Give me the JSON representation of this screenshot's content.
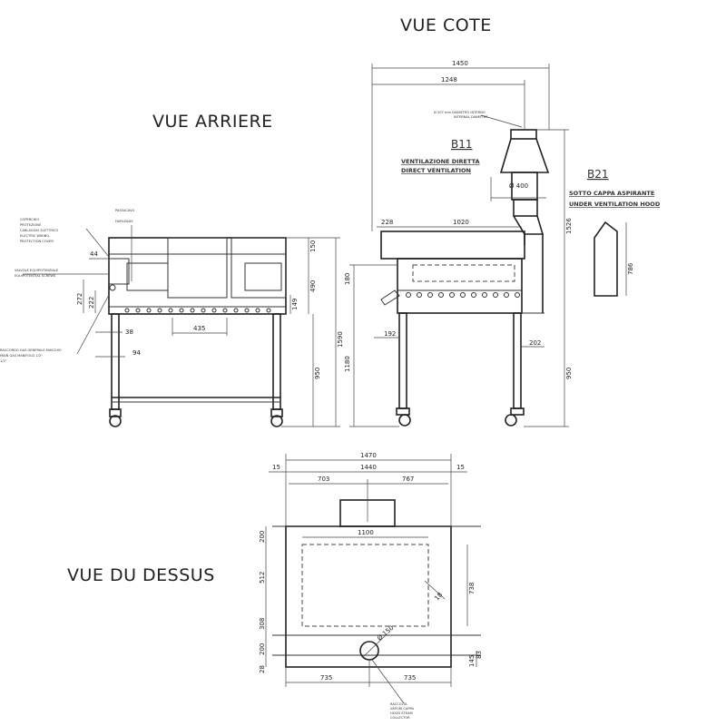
{
  "titles": {
    "side": "VUE COTE",
    "rear": "VUE ARRIERE",
    "top": "VUE DU DESSUS"
  },
  "rear": {
    "notes": {
      "cover_it1": "COPERCHIO",
      "cover_it2": "PROTEZIONE",
      "cover_it3": "CABLAGGIO ELETTRICO",
      "cover_en1": "ELECTRIC WIRING",
      "cover_en2": "PROTECTION COVER",
      "fairlead_it": "PASSACAVO",
      "fairlead_en": "FAIRLEADS",
      "equip_it": "VALVOLE EQUIPOTENZIALE",
      "equip_en": "EQUIPOTENTIAL SCREWS",
      "gas_it": "RACCORDO GAS GENERALE MASCHIO",
      "gas_en": "MAIN GAS MANIFOLD 1/2\"",
      "gas_en2": "1/2\""
    },
    "dims": {
      "d44": "44",
      "d272": "272",
      "d222": "222",
      "d38": "38",
      "d94": "94",
      "d435": "435",
      "d150": "150",
      "d490": "490",
      "d149": "149",
      "d1590": "1590",
      "d950": "950"
    }
  },
  "side": {
    "notes": {
      "diam_it": "Ø 207 mm DIAMETRO INTERNO",
      "diam_en": "INTERNAL DIAMETER",
      "b11": "B11",
      "b11_it": "VENTILAZIONE DIRETTA",
      "b11_en": "DIRECT VENTILATION",
      "b21": "B21",
      "b21_it": "SOTTO CAPPA ASPIRANTE",
      "b21_en": "UNDER VENTILATION HOOD"
    },
    "dims": {
      "d1450": "1450",
      "d1248": "1248",
      "d400": "Ø 400",
      "d228": "228",
      "d1020": "1020",
      "d1526": "1526",
      "d786": "786",
      "d180": "180",
      "d1180": "1180",
      "d192": "192",
      "d202": "202",
      "d950": "950"
    }
  },
  "top": {
    "notes": {
      "c1": "RACCOLTA",
      "c2": "VAPORI CAPPA",
      "c3": "HOOD STEAM",
      "c4": "COLLECTOR"
    },
    "dims": {
      "d1470": "1470",
      "d15a": "15",
      "d1440": "1440",
      "d15b": "15",
      "d703": "703",
      "d767": "767",
      "d1100": "1100",
      "d200a": "200",
      "d512": "512",
      "d308": "308",
      "d200b": "200",
      "d28": "28",
      "d738": "738",
      "d18": "18",
      "d150": "Ø 150",
      "d145": "145",
      "d83": "83",
      "d735a": "735",
      "d735b": "735"
    }
  }
}
